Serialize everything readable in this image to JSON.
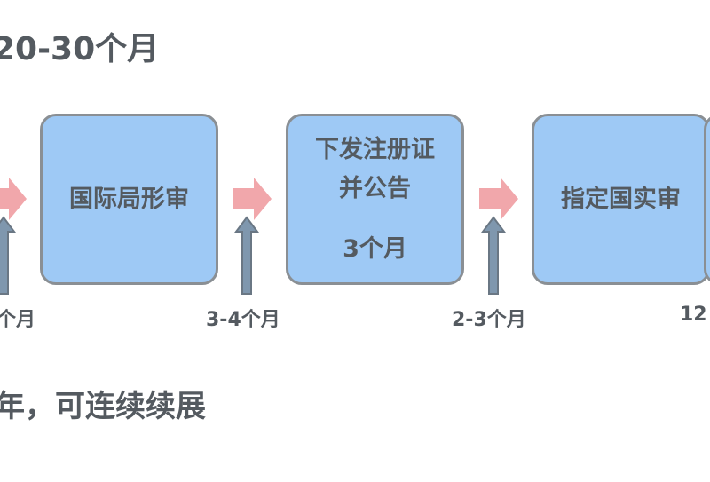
{
  "title": "20-30个月",
  "steps": [
    {
      "lines": [
        "国际局形审"
      ]
    },
    {
      "lines": [
        "下发注册证",
        "并公告"
      ],
      "duration": "3个月"
    },
    {
      "lines": [
        "指定国实审"
      ]
    }
  ],
  "intervals": [
    "个月",
    "3-4个月",
    "2-3个月",
    "12"
  ],
  "footer": "年，可连续续展",
  "colors": {
    "box_fill": "#9ec9f5",
    "box_border": "#8a8f94",
    "arrow": "#f1a7ab",
    "up_arrow": "#7f97ae",
    "text": "#545a60"
  }
}
